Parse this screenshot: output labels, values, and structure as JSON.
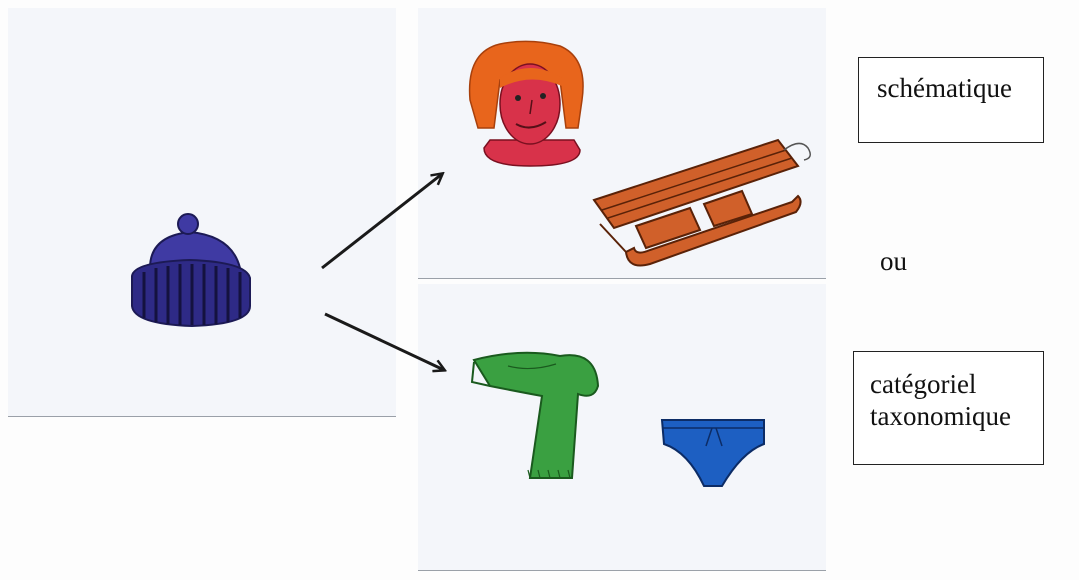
{
  "labels": {
    "schematic": "schématique",
    "or": "ou",
    "categorical_line1": "catégoriel",
    "categorical_line2": "taxonomique"
  },
  "colors": {
    "hat": "#3f3aa3",
    "hat_dark": "#1c1a55",
    "hair": "#e8651c",
    "face": "#d8324a",
    "sled": "#d0602a",
    "scarf": "#3aa041",
    "swimsuit": "#1d5fc2",
    "arrow": "#1a1a1a"
  },
  "icons": {
    "source": "wool-hat-icon",
    "schematic_1": "child-face-icon",
    "schematic_2": "sled-icon",
    "taxonomic_1": "scarf-icon",
    "taxonomic_2": "swim-briefs-icon"
  }
}
